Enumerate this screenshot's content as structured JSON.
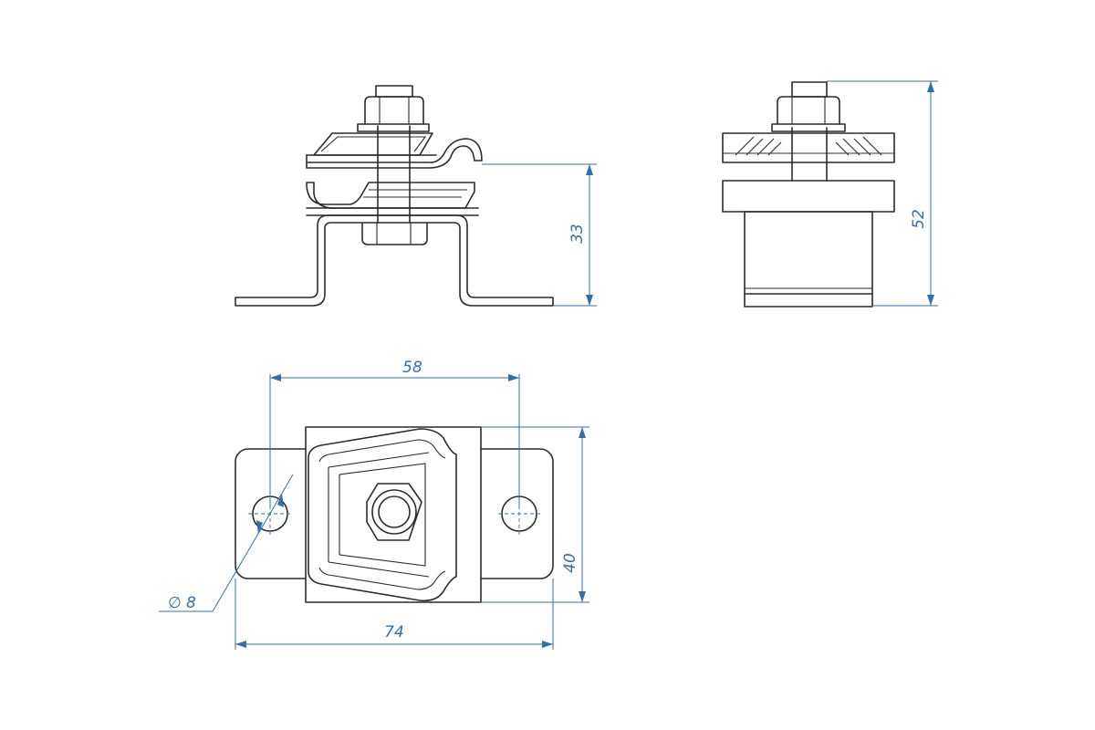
{
  "dimensions": {
    "side_height": "33",
    "front_height": "52",
    "hole_spacing": "58",
    "overall_length": "74",
    "base_width": "40",
    "hole_diameter": "8",
    "diameter_symbol": "∅"
  },
  "colors": {
    "part_stroke": "#2b2b2b",
    "dimension": "#2f6fb0",
    "background": "#ffffff"
  }
}
